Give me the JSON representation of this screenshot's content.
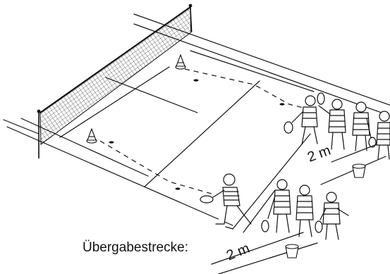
{
  "labels": {
    "handover_zone": "Übergabestrecke:",
    "distance_right": "2 m",
    "distance_bottom": "2 m"
  },
  "icons": {
    "net": "tennis-net",
    "cones": "marker-cone",
    "children": "child-with-racket",
    "buckets": "ball-bucket",
    "balls": "tennis-ball"
  },
  "colors": {
    "ink": "#111111",
    "background": "#ffffff"
  }
}
